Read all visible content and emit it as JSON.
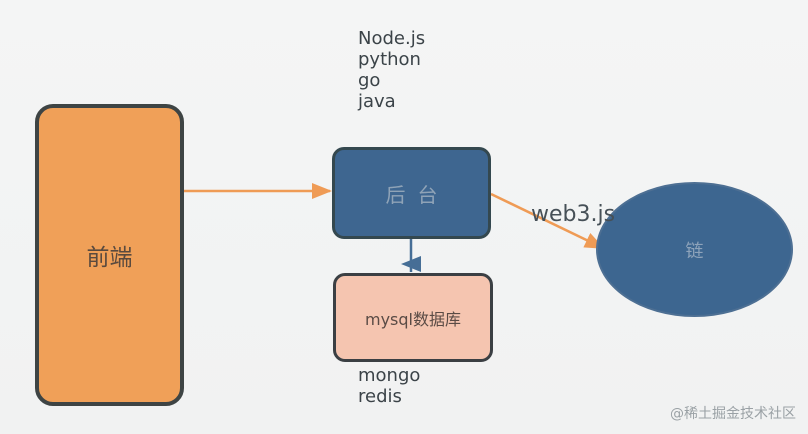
{
  "diagram": {
    "nodes": {
      "frontend": "前端",
      "backend": "后台",
      "database": "mysql数据库",
      "chain": "链"
    },
    "backend_tech": [
      "Node.js",
      "python",
      "go",
      "java"
    ],
    "database_tech": [
      "mongo",
      "redis"
    ],
    "edges": {
      "backend_to_chain_label": "web3.js"
    },
    "watermark": "@稀土掘金技术社区"
  },
  "colors": {
    "frontend": "#f0a058",
    "backend": "#3e6690",
    "database": "#f5c5b0",
    "chain": "#3d6690",
    "arrow": "#ef9b55",
    "db_arrow": "#466e96"
  },
  "icons": {
    "edge_arrow": "arrow-right-icon"
  }
}
